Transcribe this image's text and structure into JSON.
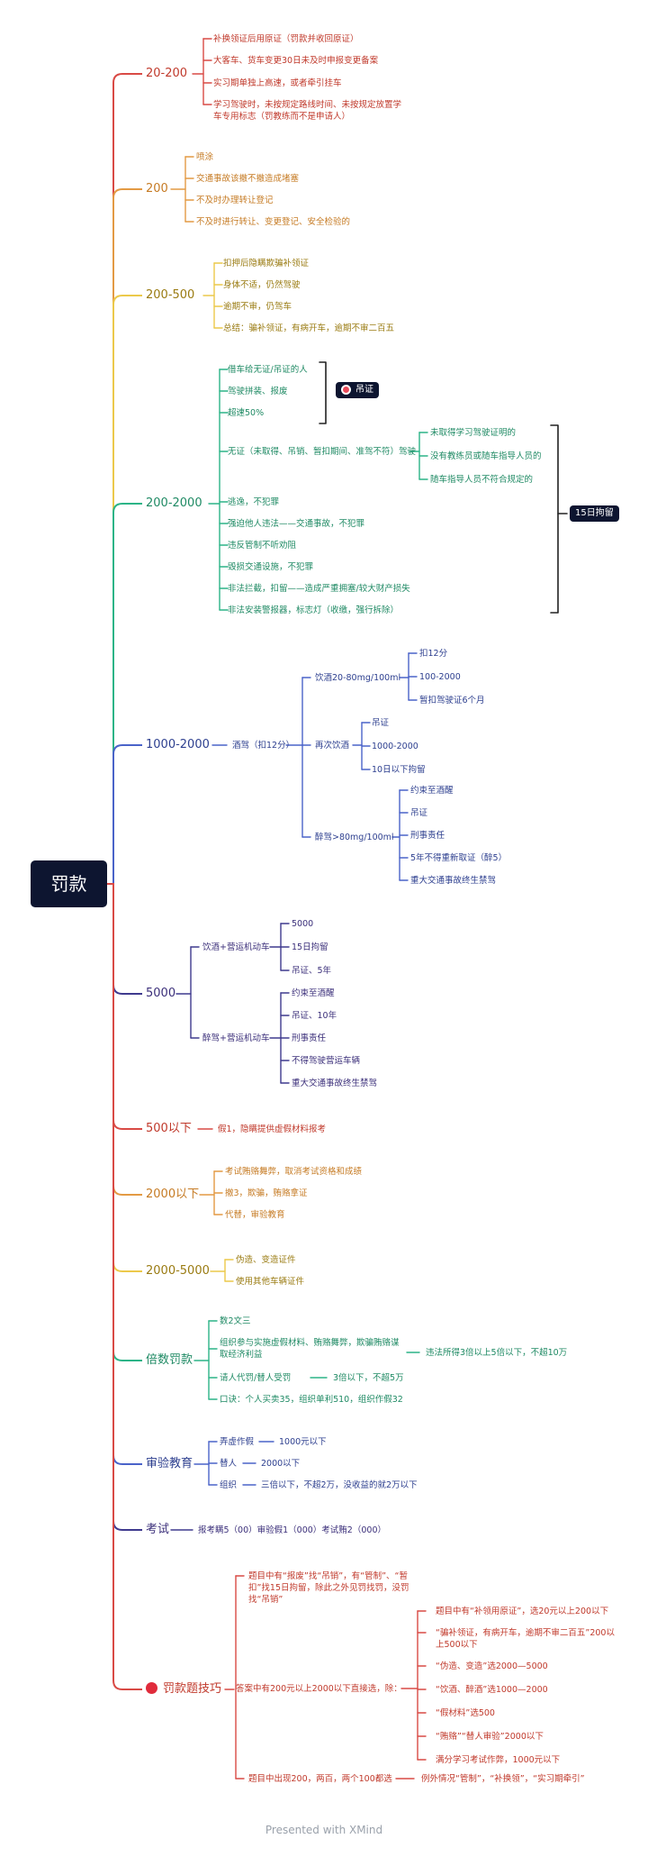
{
  "root": "罚款",
  "b": [
    {
      "label": "20-200",
      "items": [
        "补换领证后用原证（罚款并收回原证）",
        "大客车、货车变更30日未及时申报变更备案",
        "实习期单独上高速，或者牵引挂车",
        "学习驾驶时，未按规定路线时间、未按规定放置学车专用标志（罚教练而不是申请人）"
      ]
    },
    {
      "label": "200",
      "items": [
        "喷涂",
        "交通事故该撤不撤造成堵塞",
        "不及时办理转让登记",
        "不及时进行转让、变更登记、安全检验的"
      ]
    },
    {
      "label": "200-500",
      "items": [
        "扣押后隐瞒欺骗补领证",
        "身体不适，仍然驾驶",
        "逾期不审，仍驾车",
        "总结：骗补领证，有病开车，逾期不审二百五"
      ]
    },
    {
      "label": "200-2000",
      "items": [
        "借车给无证/吊证的人",
        "驾驶拼装、报废",
        "超速50%",
        "无证（未取得、吊销、暂扣期间、准驾不符）驾驶",
        "逃逸，不犯罪",
        "强迫他人违法——交通事故，不犯罪",
        "违反管制不听劝阻",
        "毁损交通设施，不犯罪",
        "非法拦截，扣留——造成严重拥塞/较大财产损失",
        "非法安装警报器，标志灯（收缴，强行拆除）"
      ],
      "wuzheng": [
        "未取得学习驾驶证明的",
        "没有教练员或随车指导人员的",
        "随车指导人员不符合规定的"
      ],
      "badge_diaozheng": "吊证",
      "badge_15": "15日拘留"
    },
    {
      "label": "1000-2000",
      "mid": "酒驾（扣12分）",
      "groups": [
        {
          "label": "饮酒20-80mg/100ml",
          "items": [
            "扣12分",
            "100-2000",
            "暂扣驾驶证6个月"
          ]
        },
        {
          "label": "再次饮酒",
          "items": [
            "吊证",
            "1000-2000",
            "10日以下拘留"
          ]
        },
        {
          "label": "醉驾>80mg/100ml",
          "items": [
            "约束至酒醒",
            "吊证",
            "刑事责任",
            "5年不得重新取证（醉5）",
            "重大交通事故终生禁驾"
          ]
        }
      ]
    },
    {
      "label": "5000",
      "groups": [
        {
          "label": "饮酒+营运机动车",
          "items": [
            "5000",
            "15日拘留",
            "吊证、5年"
          ]
        },
        {
          "label": "醉驾+营运机动车",
          "items": [
            "约束至酒醒",
            "吊证、10年",
            "刑事责任",
            "不得驾驶营运车辆",
            "重大交通事故终生禁驾"
          ]
        }
      ]
    },
    {
      "label": "500以下",
      "items": [
        "假1，隐瞒提供虚假材料报考"
      ]
    },
    {
      "label": "2000以下",
      "items": [
        "考试贿赂舞弊，取消考试资格和成绩",
        "撤3，欺骗，贿赂拿证",
        "代替，审验教育"
      ]
    },
    {
      "label": "2000-5000",
      "items": [
        "伪造、变造证件",
        "使用其他车辆证件"
      ]
    },
    {
      "label": "倍数罚款",
      "items": [
        "数2文三",
        "组织参与实施虚假材料、贿赂舞弊，欺骗贿赂谋取经济利益",
        "请人代罚/替人受罚",
        "口诀：个人买卖35，组织单利510，组织作假32"
      ],
      "sub": [
        "违法所得3倍以上5倍以下，不超10万",
        "3倍以下，不超5万"
      ]
    },
    {
      "label": "审验教育",
      "items": [
        "弄虚作假",
        "替人",
        "组织"
      ],
      "sub": [
        "1000元以下",
        "2000以下",
        "三倍以下，不超2万，没收益的就2万以下"
      ]
    },
    {
      "label": "考试",
      "items": [
        "报考瞒5（00）审验假1（000）考试贿2（000）"
      ]
    },
    {
      "label": "罚款题技巧",
      "items": [
        "题目中有“报废”找“吊销”，有“管制”、“暂扣”找15日拘留，除此之外见罚找罚，没罚找“吊销”",
        "答案中有200元以上2000以下直接选，除：",
        "题目中出现200，两百，两个100都选"
      ],
      "sub": [
        "题目中有“补领用原证”，选20元以上200以下",
        "“骗补领证，有病开车，逾期不审二百五”200以上500以下",
        "“伪造、变造”选2000—5000",
        "“饮酒、醉酒”选1000—2000",
        "“假材料”选500",
        "“贿赂”“替人审验”2000以下",
        "满分学习考试作弊，1000元以下"
      ],
      "exc": "例外情况“管制”，“补换领”，“实习期牵引”"
    }
  ],
  "footer": "Presented with XMind"
}
